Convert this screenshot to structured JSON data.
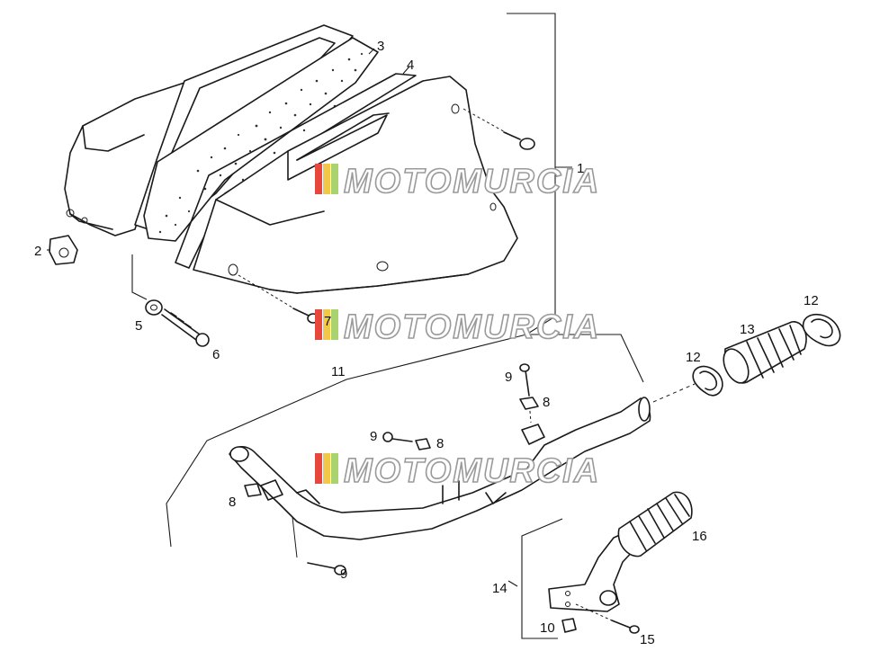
{
  "watermark": {
    "text": "MOTOMURCIA",
    "colors": [
      "#e8473c",
      "#f2c84b",
      "#a9d36e"
    ]
  },
  "callouts": [
    {
      "id": "c1",
      "label": "1"
    },
    {
      "id": "c2",
      "label": "2"
    },
    {
      "id": "c3",
      "label": "3"
    },
    {
      "id": "c4",
      "label": "4"
    },
    {
      "id": "c5",
      "label": "5"
    },
    {
      "id": "c6",
      "label": "6"
    },
    {
      "id": "c7",
      "label": "7"
    },
    {
      "id": "c8a",
      "label": "8"
    },
    {
      "id": "c8b",
      "label": "8"
    },
    {
      "id": "c8c",
      "label": "8"
    },
    {
      "id": "c9a",
      "label": "9"
    },
    {
      "id": "c9b",
      "label": "9"
    },
    {
      "id": "c9c",
      "label": "9"
    },
    {
      "id": "c10",
      "label": "10"
    },
    {
      "id": "c11",
      "label": "11"
    },
    {
      "id": "c12a",
      "label": "12"
    },
    {
      "id": "c12b",
      "label": "12"
    },
    {
      "id": "c13",
      "label": "13"
    },
    {
      "id": "c14",
      "label": "14"
    },
    {
      "id": "c15",
      "label": "15"
    },
    {
      "id": "c16",
      "label": "16"
    }
  ]
}
